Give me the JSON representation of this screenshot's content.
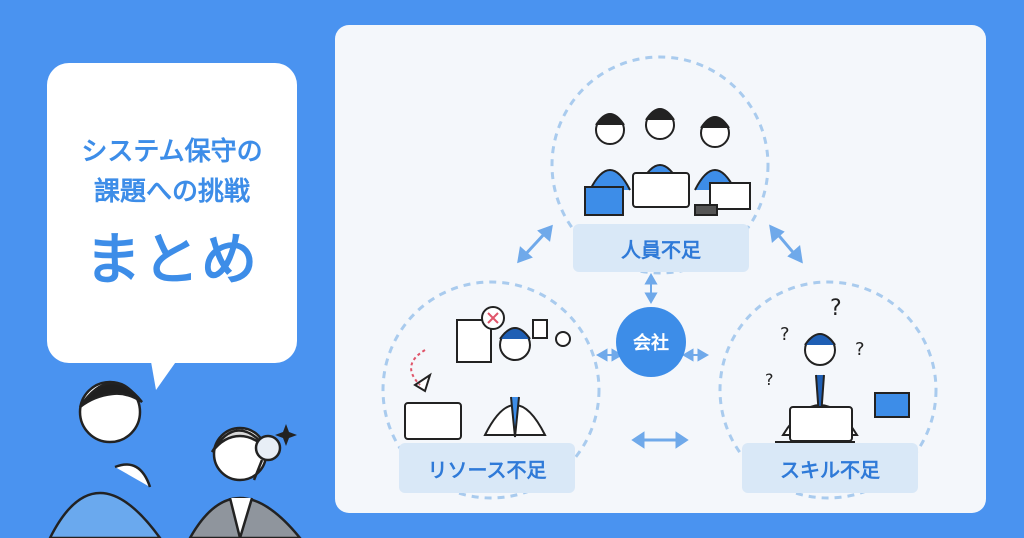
{
  "bubble": {
    "line1": "システム保守の",
    "line2": "課題への挑戦",
    "line3": "まとめ"
  },
  "diagram": {
    "center": "会社",
    "staff_shortage": "人員不足",
    "resource_shortage": "リソース不足",
    "skill_shortage": "スキル不足"
  },
  "colors": {
    "background": "#4a93f0",
    "accent": "#3d8de8",
    "label_bg": "#d9e8f7",
    "panel_bg": "#f4f7fb"
  }
}
